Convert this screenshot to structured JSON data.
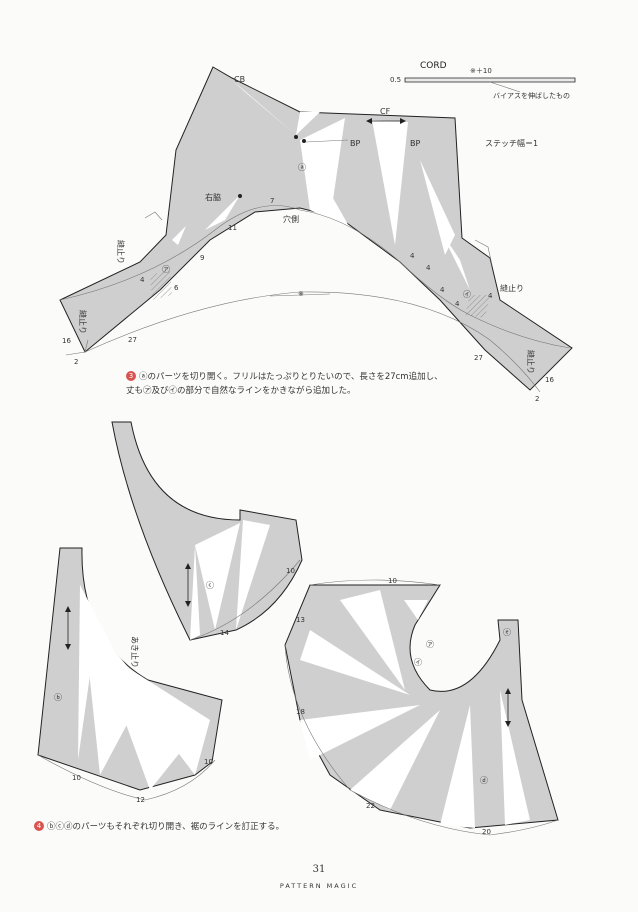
{
  "top_pattern": {
    "cord_label": "CORD",
    "cord_formula": "※＋10",
    "cord_width": "0.5",
    "cord_note": "バイアスを伸ばしたもの",
    "cb": "CB",
    "cf": "CF",
    "bp_left": "BP",
    "bp_right": "BP",
    "stitch_width": "ステッチ幅＝1",
    "piece_a": "ⓐ",
    "right_side": "右脇",
    "armhole": "穴側",
    "mark_x": "※",
    "stop_left": "縫止り",
    "stop_left_bottom": "縫止り",
    "stop_right": "縫止り",
    "stop_right_bottom": "縫止り",
    "marker_a": "㋐",
    "marker_i": "㋑",
    "n7": "7",
    "n11": "11",
    "n9": "9",
    "n4a": "4",
    "n6": "6",
    "n16a": "16",
    "n27a": "27",
    "n2a": "2",
    "n4b": "4",
    "n4c": "4",
    "n4d": "4",
    "n4e": "4",
    "n4f": "4",
    "n27b": "27",
    "n16b": "16",
    "n2b": "2"
  },
  "caption3": {
    "num": "3",
    "line1": "ⓐのパーツを切り開く。フリルはたっぷりとりたいので、長さを27cm追加し、",
    "line2": "丈も㋐及び㋑の部分で自然なラインをかきながら追加した。"
  },
  "piece_b": {
    "label": "ⓑ",
    "open_stop": "あき止り",
    "n10a": "10",
    "n10b": "10",
    "n12": "12"
  },
  "piece_c": {
    "label": "ⓒ",
    "n10": "10",
    "n14": "14"
  },
  "piece_d": {
    "label": "ⓓ",
    "top_label": "ⓔ",
    "marker_a": "㋐",
    "marker_i": "㋑",
    "n10": "10",
    "n13": "13",
    "n18": "18",
    "n22": "22",
    "n20": "20"
  },
  "caption4": {
    "num": "4",
    "text": "ⓑⓒⓓのパーツもそれぞれ切り開き、裾のラインを訂正する。"
  },
  "page_number": "31",
  "footer": "PATTERN MAGIC"
}
